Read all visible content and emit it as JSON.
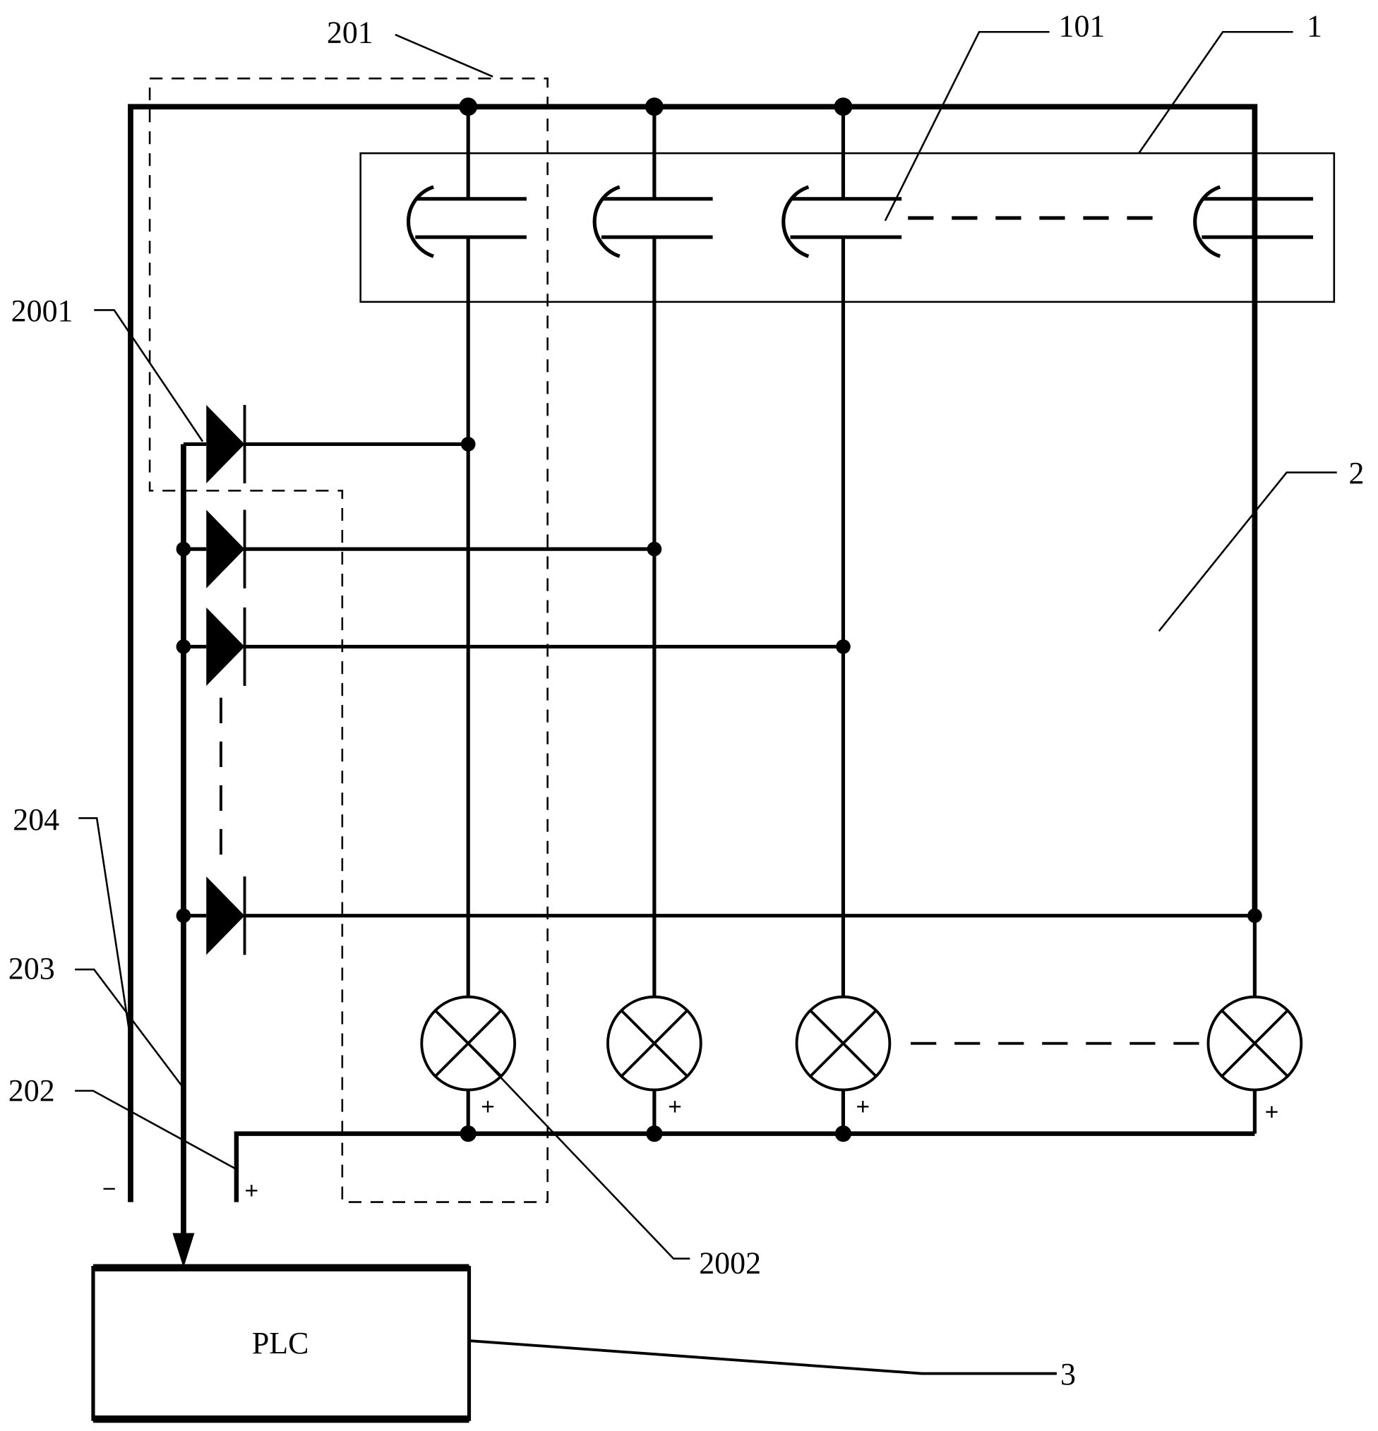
{
  "diagram": {
    "type": "circuit-schematic",
    "labels": {
      "l201": "201",
      "l101": "101",
      "l1": "1",
      "l2001": "2001",
      "l2": "2",
      "l204": "204",
      "l203": "203",
      "l202": "202",
      "l2002": "2002",
      "l3": "3"
    },
    "plc_label": "PLC",
    "polarity": {
      "minus": "−",
      "plus": "+"
    },
    "components": {
      "contacts": 4,
      "diodes": 4,
      "lamps": 4
    },
    "line_color": "#000000",
    "background": "#ffffff"
  }
}
